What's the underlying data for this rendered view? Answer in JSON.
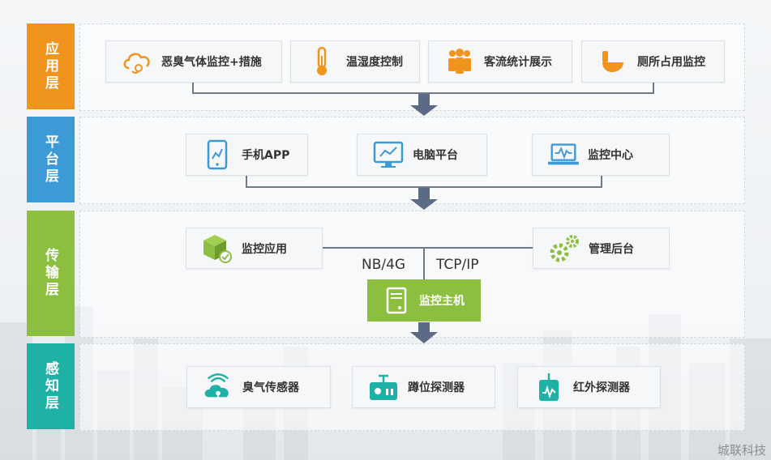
{
  "layers": [
    {
      "label": "应用层",
      "color": "#f0941d"
    },
    {
      "label": "平台层",
      "color": "#3c9ad6"
    },
    {
      "label": "传输层",
      "color": "#8cbf3f"
    },
    {
      "label": "感知层",
      "color": "#1fb1a6"
    }
  ],
  "application": {
    "items": [
      {
        "label": "恶臭气体监控+措施",
        "icon": "odor-cloud-icon"
      },
      {
        "label": "温湿度控制",
        "icon": "thermometer-icon"
      },
      {
        "label": "客流统计展示",
        "icon": "people-icon"
      },
      {
        "label": "厕所占用监控",
        "icon": "toilet-icon"
      }
    ]
  },
  "platform": {
    "items": [
      {
        "label": "手机APP",
        "icon": "phone-chart-icon"
      },
      {
        "label": "电脑平台",
        "icon": "monitor-chart-icon"
      },
      {
        "label": "监控中心",
        "icon": "laptop-wave-icon"
      }
    ]
  },
  "transport": {
    "left": {
      "label": "监控应用",
      "icon": "cube-check-icon"
    },
    "right": {
      "label": "管理后台",
      "icon": "gears-icon"
    },
    "host": {
      "label": "监控主机",
      "icon": "server-icon"
    },
    "protocol_left": "NB/4G",
    "protocol_right": "TCP/IP"
  },
  "sensing": {
    "items": [
      {
        "label": "臭气传感器",
        "icon": "wireless-cloud-icon"
      },
      {
        "label": "蹲位探测器",
        "icon": "radio-device-icon"
      },
      {
        "label": "红外探测器",
        "icon": "infrared-sensor-icon"
      }
    ]
  },
  "watermark": "城联科技",
  "colors": {
    "arrow": "#5b6b85",
    "line": "#6e7a8a",
    "orange": "#f0941d",
    "blue": "#3c9ad6",
    "green": "#8cbf3f",
    "teal": "#1fb1a6"
  }
}
